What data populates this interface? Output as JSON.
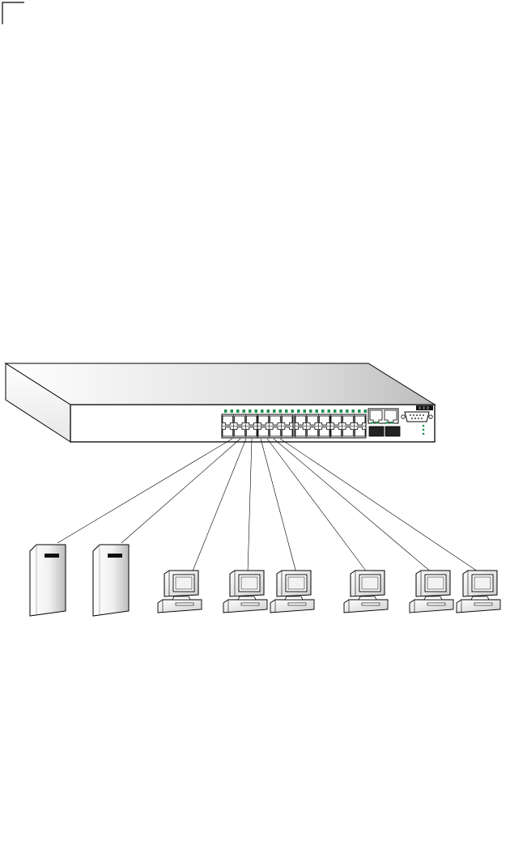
{
  "diagram": {
    "type": "network-topology",
    "device": "network-switch",
    "ports": {
      "rj45_top_row": 12,
      "rj45_bottom_row": 12,
      "uplink_rj45": 2,
      "sfp_slots": 2,
      "console": 1
    },
    "connections": [
      {
        "from": "switch",
        "to": "server-1"
      },
      {
        "from": "switch",
        "to": "server-2"
      },
      {
        "from": "switch",
        "to": "workstation-1"
      },
      {
        "from": "switch",
        "to": "workstation-2"
      },
      {
        "from": "switch",
        "to": "workstation-3"
      },
      {
        "from": "switch",
        "to": "workstation-4"
      },
      {
        "from": "switch",
        "to": "workstation-5"
      },
      {
        "from": "switch",
        "to": "workstation-6"
      }
    ],
    "nodes": [
      {
        "id": "server-1",
        "kind": "server"
      },
      {
        "id": "server-2",
        "kind": "server"
      },
      {
        "id": "workstation-1",
        "kind": "workstation"
      },
      {
        "id": "workstation-2",
        "kind": "workstation"
      },
      {
        "id": "workstation-3",
        "kind": "workstation"
      },
      {
        "id": "workstation-4",
        "kind": "workstation"
      },
      {
        "id": "workstation-5",
        "kind": "workstation"
      },
      {
        "id": "workstation-6",
        "kind": "workstation"
      }
    ],
    "colors": {
      "line": "#000000",
      "led": "#1f8f4f",
      "panel": "#ffffff",
      "shade_dark": "#bdbdbd",
      "shade_light": "#ffffff"
    }
  }
}
